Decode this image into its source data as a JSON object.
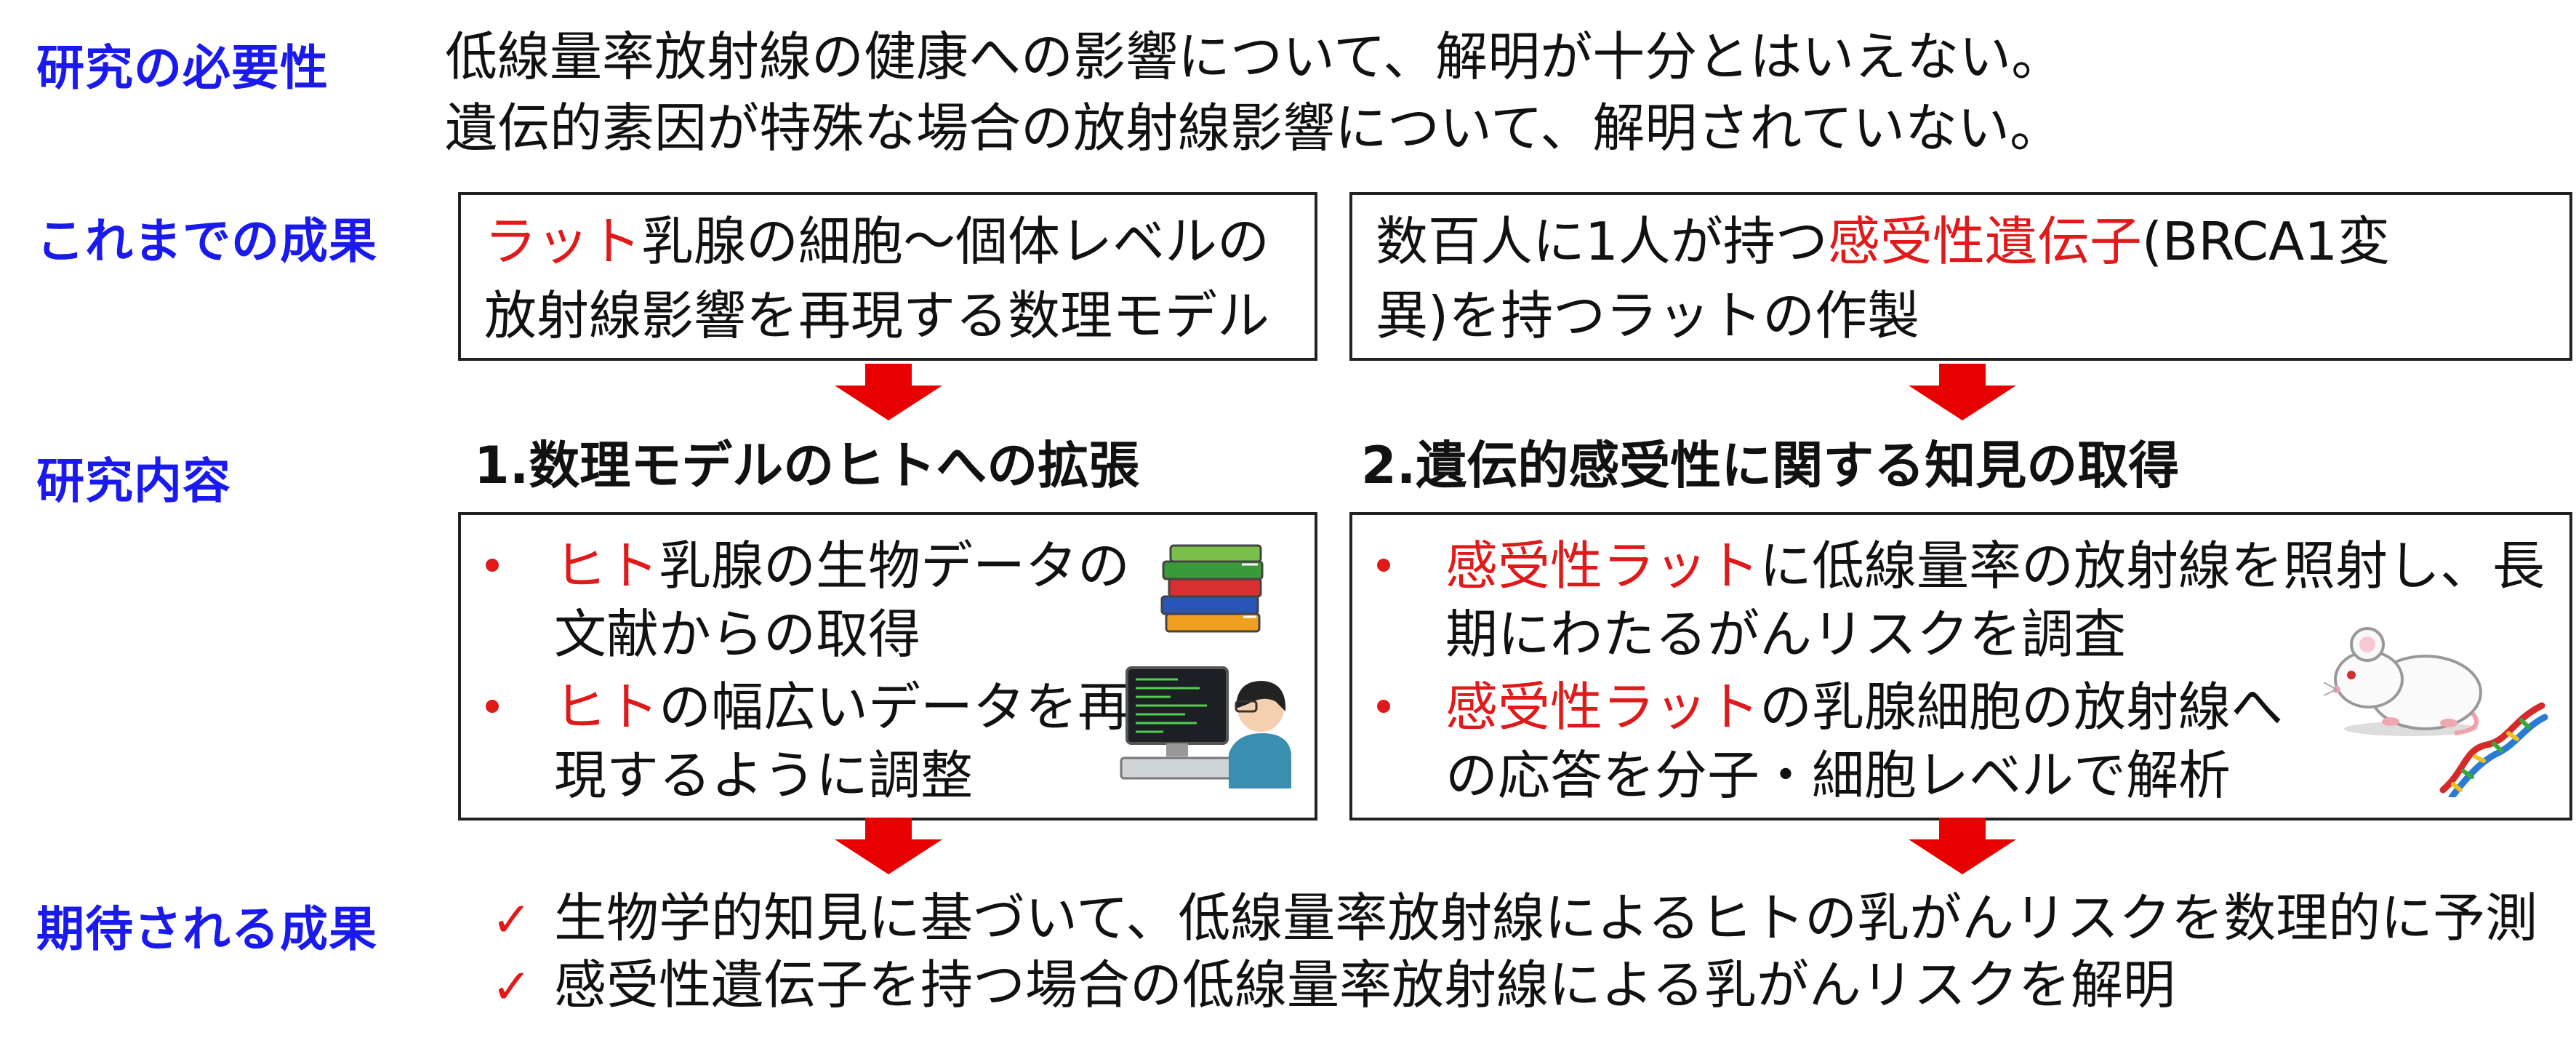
{
  "colors": {
    "label_blue": "#1a1aee",
    "accent_red": "#e01a1a",
    "arrow_red": "#e60000"
  },
  "necessity": {
    "label": "研究の必要性",
    "line1": "低線量率放射線の健康への影響について、解明が十分とはいえない。",
    "line2": "遺伝的素因が特殊な場合の放射線影響について、解明されていない。"
  },
  "achievements": {
    "label": "これまでの成果",
    "left": {
      "line1_red": "ラット",
      "line1_rest": "乳腺の細胞～個体レベルの",
      "line2": "放射線影響を再現する数理モデル"
    },
    "right": {
      "line1_pre": "数百人に1人が持つ",
      "line1_red": "感受性遺伝子",
      "line1_post": "(BRCA1変",
      "line2": "異)を持つラットの作製"
    }
  },
  "content": {
    "label": "研究内容",
    "heading1": "1.数理モデルのヒトへの拡張",
    "heading2": "2.遺伝的感受性に関する知見の取得",
    "left_bullets": [
      {
        "red": "ヒト",
        "rest": "乳腺の生物データの",
        "cont": "文献からの取得"
      },
      {
        "red": "ヒト",
        "rest": "の幅広いデータを再",
        "cont": "現するように調整"
      }
    ],
    "right_bullets": [
      {
        "red": "感受性ラット",
        "rest": "に低線量率の放射線を照射し、長",
        "cont": "期にわたるがんリスクを調査"
      },
      {
        "red": "感受性ラット",
        "rest": "の乳腺細胞の放射線へ",
        "cont": "の応答を分子・細胞レベルで解析"
      }
    ],
    "icons": [
      "books-icon",
      "computer-user-icon",
      "rat-icon",
      "dna-icon"
    ]
  },
  "expected": {
    "label": "期待される成果",
    "items": [
      "生物学的知見に基づいて、低線量率放射線によるヒトの乳がんリスクを数理的に予測",
      "感受性遺伝子を持つ場合の低線量率放射線による乳がんリスクを解明"
    ],
    "check_symbol": "✓"
  }
}
